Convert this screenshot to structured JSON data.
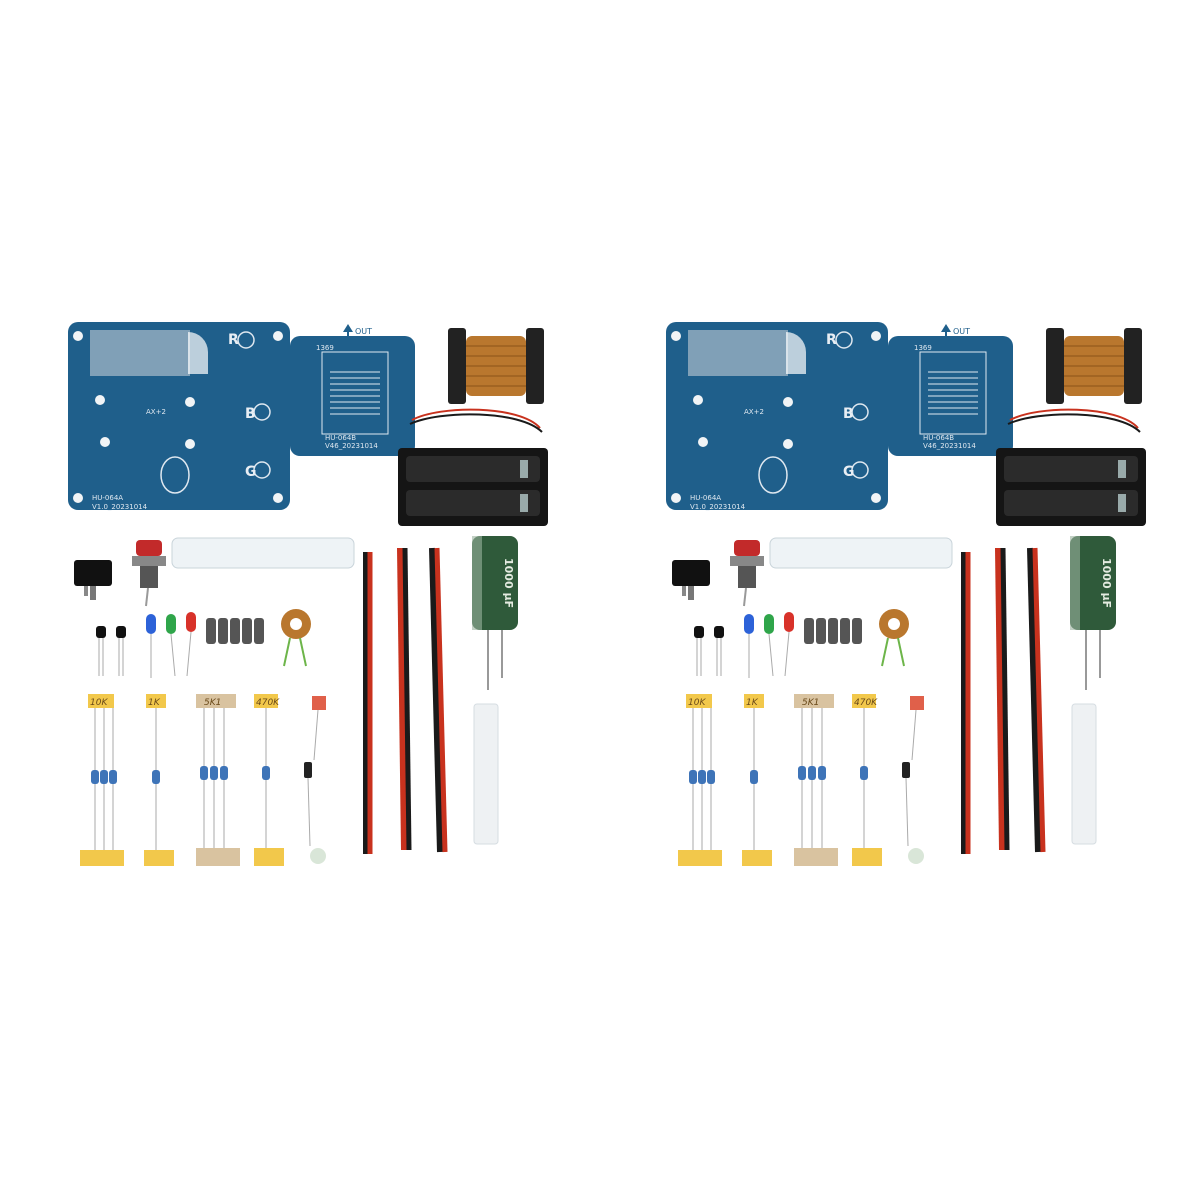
{
  "kits": [
    {
      "id": "left",
      "board_a": {
        "name_label": "HU-064A",
        "version_label": "V1.0_20231014",
        "letters": [
          "R",
          "B",
          "G"
        ],
        "center_label": "AX+2"
      },
      "board_b": {
        "out_label": "OUT",
        "top_label": "1369",
        "name_label": "HU-064B",
        "version_label": "V46_20231014"
      },
      "capacitor_label": "1000 µF",
      "resistor_tapes": [
        "10K",
        "1K",
        "5K1",
        "470K"
      ]
    },
    {
      "id": "right",
      "board_a": {
        "name_label": "HU-064A",
        "version_label": "V1.0_20231014",
        "letters": [
          "R",
          "B",
          "G"
        ],
        "center_label": "AX+2"
      },
      "board_b": {
        "out_label": "OUT",
        "top_label": "1369",
        "name_label": "HU-064B",
        "version_label": "V46_20231014"
      },
      "capacitor_label": "1000 µF",
      "resistor_tapes": [
        "10K",
        "1K",
        "5K1",
        "470K"
      ]
    }
  ],
  "colors": {
    "background": "#ffffff",
    "pcb": "#1f5f8b",
    "copper_coil": "#b9772e",
    "wire_red": "#c8321e",
    "wire_black": "#1a1a1a",
    "capacitor": "#2f5a3a",
    "tape_yellow": "#f2c84b",
    "tape_beige": "#d9c3a0"
  },
  "icons": [
    "pcb-board-icon",
    "coil-icon",
    "battery-holder-icon",
    "switch-icon",
    "push-button-icon",
    "led-icon",
    "transistor-icon",
    "ferrite-bead-icon",
    "toroid-icon",
    "capacitor-icon",
    "resistor-icon",
    "wire-icon"
  ]
}
